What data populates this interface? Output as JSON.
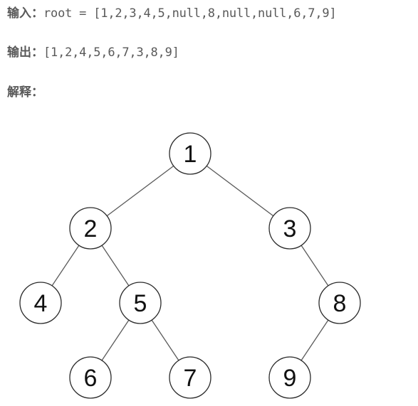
{
  "input": {
    "label": "输入：",
    "value": "root = [1,2,3,4,5,null,8,null,null,6,7,9]"
  },
  "output": {
    "label": "输出：",
    "value": "[1,2,4,5,6,7,3,8,9]"
  },
  "explanation": {
    "label": "解释："
  },
  "tree": {
    "nodes": [
      {
        "id": "n1",
        "label": "1"
      },
      {
        "id": "n2",
        "label": "2"
      },
      {
        "id": "n3",
        "label": "3"
      },
      {
        "id": "n4",
        "label": "4"
      },
      {
        "id": "n5",
        "label": "5"
      },
      {
        "id": "n8",
        "label": "8"
      },
      {
        "id": "n6",
        "label": "6"
      },
      {
        "id": "n7",
        "label": "7"
      },
      {
        "id": "n9",
        "label": "9"
      }
    ],
    "edges": [
      {
        "from": "n1",
        "to": "n2"
      },
      {
        "from": "n1",
        "to": "n3"
      },
      {
        "from": "n2",
        "to": "n4"
      },
      {
        "from": "n2",
        "to": "n5"
      },
      {
        "from": "n3",
        "to": "n8"
      },
      {
        "from": "n5",
        "to": "n6"
      },
      {
        "from": "n5",
        "to": "n7"
      },
      {
        "from": "n8",
        "to": "n9"
      }
    ]
  }
}
